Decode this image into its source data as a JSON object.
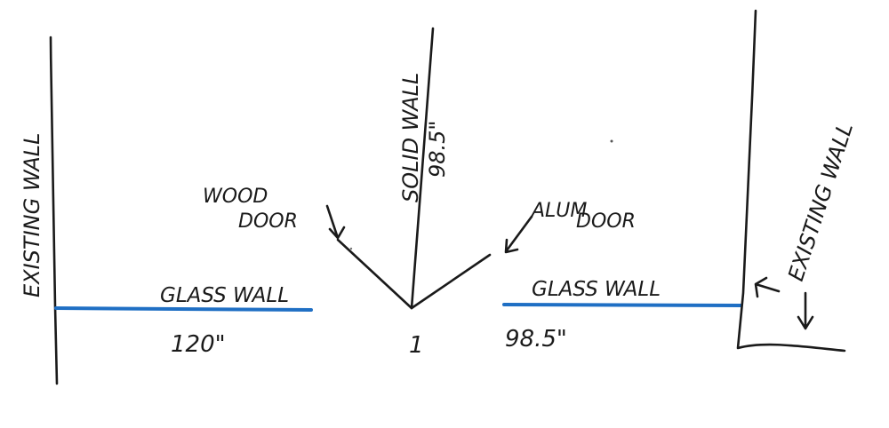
{
  "labels": {
    "existing_wall_left": "EXISTING WALL",
    "existing_wall_right": "EXISTING WALL",
    "solid_wall": "SOLID WALL",
    "solid_wall_dim": "98.5\"",
    "wood_door_line1": "WOOD",
    "wood_door_line2": "DOOR",
    "alum_door_line1": "ALUM",
    "alum_door_line2": "DOOR",
    "glass_wall_left": "GLASS WALL",
    "glass_wall_right": "GLASS WALL",
    "dim_left": "120\"",
    "dim_right": "98.5\"",
    "center_mark": "1"
  },
  "colors": {
    "ink": "#1a1a1a",
    "glass": "#1f6fc4"
  }
}
